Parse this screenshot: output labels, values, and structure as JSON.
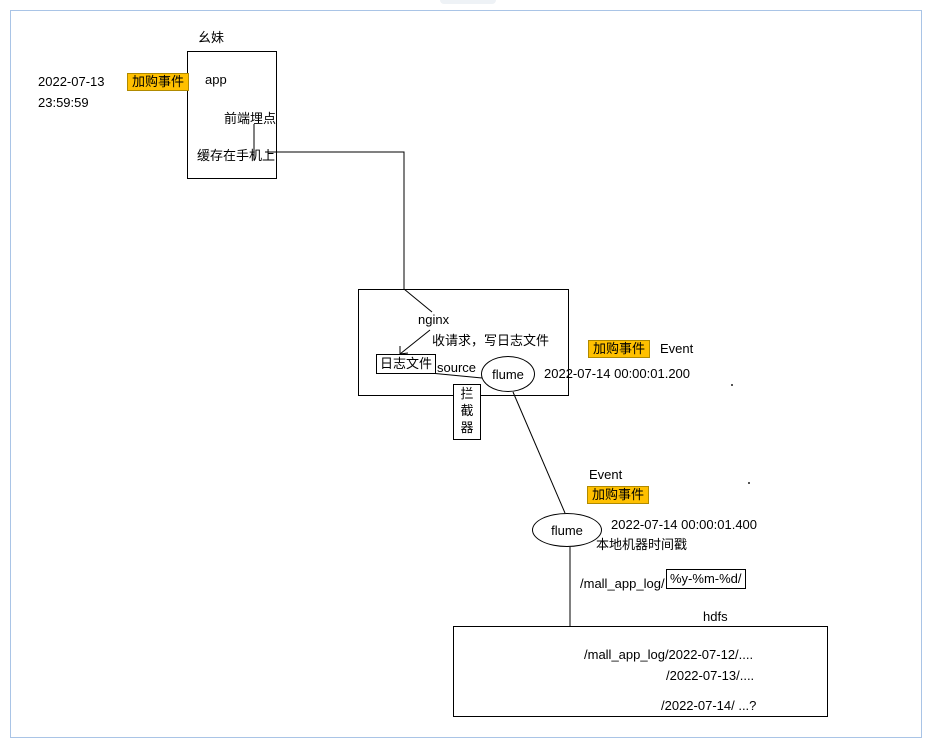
{
  "user_label": "幺妹",
  "app_box": {
    "app": "app",
    "tracking": "前端埋点",
    "cache": "缓存在手机上"
  },
  "client_time": {
    "date": "2022-07-13",
    "time": "23:59:59"
  },
  "event_tag_1": "加购事件",
  "server_box": {
    "nginx": "nginx",
    "nginx_desc": "收请求，写日志文件",
    "log_file": "日志文件",
    "source": "source",
    "flume": "flume",
    "interceptor": [
      "拦",
      "截",
      "器"
    ]
  },
  "event_tag_2": "加购事件",
  "event_label_2": "Event",
  "time_2": "2022-07-14 00:00:01.200",
  "event_label_3": "Event",
  "event_tag_3": "加购事件",
  "flume_2": "flume",
  "time_3": "2022-07-14 00:00:01.400",
  "local_ts_label": "本地机器时间戳",
  "path_prefix": "/mall_app_log/",
  "path_pattern": "%y-%m-%d/",
  "hdfs": {
    "label": "hdfs",
    "line1": "/mall_app_log/2022-07-12/....",
    "line2": "/2022-07-13/....",
    "line3": "/2022-07-14/ ...?"
  }
}
